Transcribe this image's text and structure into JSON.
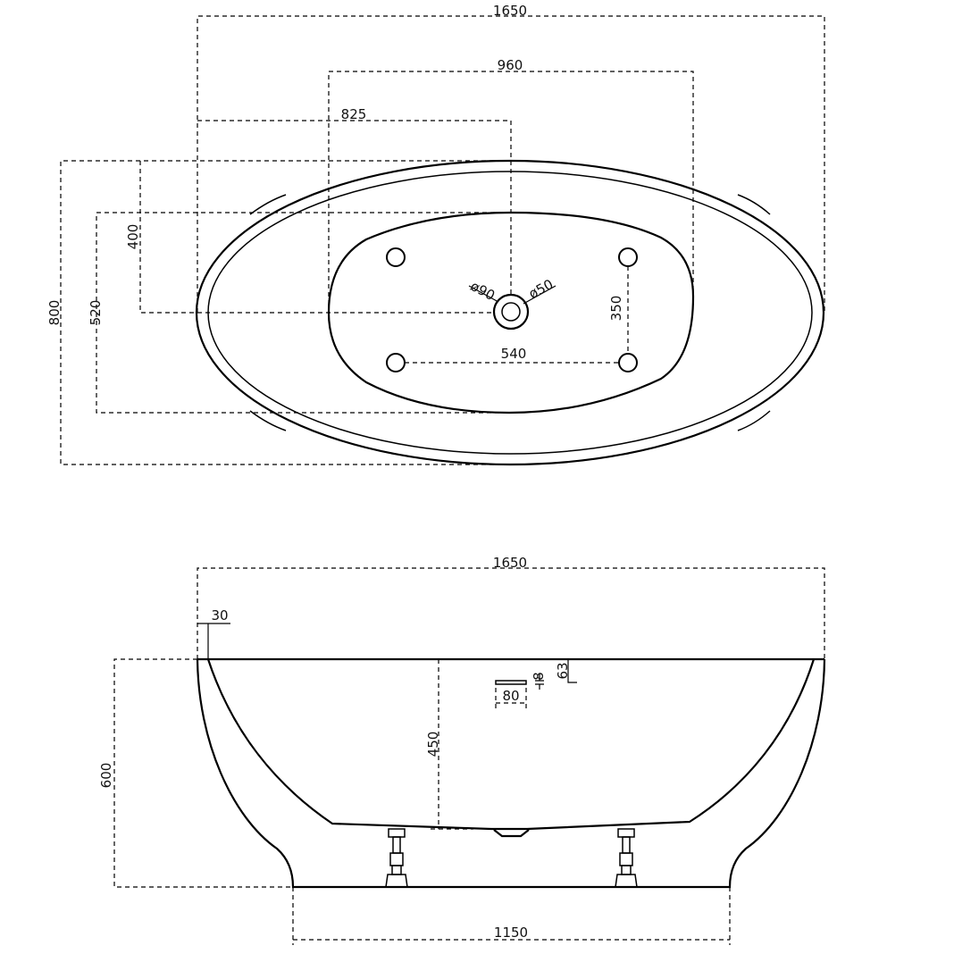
{
  "top_view": {
    "overall_length": "1650",
    "drain_span": "960",
    "drain_offset": "825",
    "overall_width": "800",
    "inner_width": "520",
    "drain_to_side": "400",
    "feet_spacing_x": "540",
    "feet_spacing_y": "350",
    "drain_outer_dia": "ø90",
    "drain_inner_dia": "ø50"
  },
  "side_view": {
    "overall_length": "1650",
    "rim_thickness": "30",
    "overall_height": "600",
    "inner_depth": "450",
    "overflow_width": "80",
    "overflow_height": "8",
    "overflow_offset": "63",
    "base_length": "1150"
  }
}
